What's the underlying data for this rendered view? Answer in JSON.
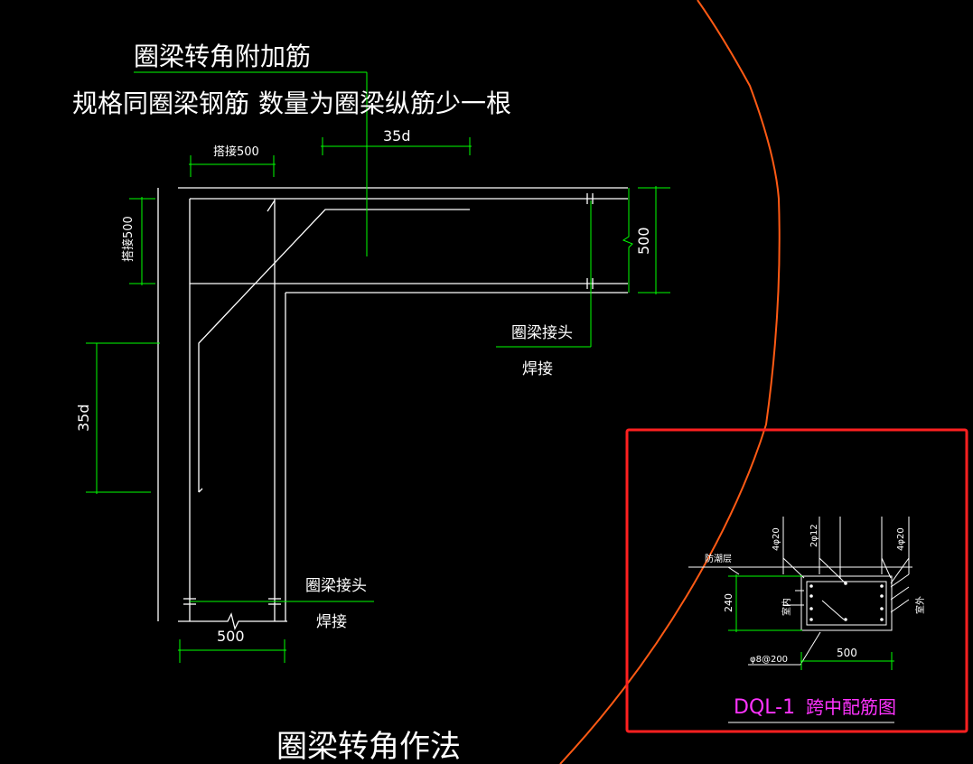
{
  "colors": {
    "background": "#000000",
    "rebar": "#ffffff",
    "dimension": "#00ff00",
    "title_magenta": "#ff33ff",
    "selection_box": "#ff2020",
    "arc": "#ff5a14"
  },
  "labels": {
    "corner_extra_title": "圈梁转角附加筋",
    "corner_extra_spec": "规格同圈梁钢筋",
    "corner_extra_qty": "，数量为圈梁纵筋少一根",
    "dim_35d_top": "35d",
    "dim_lap_top": "搭接500",
    "dim_lap_left": "搭接500",
    "dim_500_right": "500",
    "joint_right_1": "圈梁接头",
    "joint_right_2": "焊接",
    "dim_35d_left": "35d",
    "joint_bottom_1": "圈梁接头",
    "joint_bottom_2": "焊接",
    "dim_500_bottom": "500",
    "main_title": "圈梁转角作法"
  },
  "detail": {
    "top_left_rebar": "4φ20",
    "top_mid_rebar": "2φ12",
    "top_right_rebar": "4φ20",
    "waterproof": "防潮层",
    "height_dim": "240",
    "interior": "室内",
    "exterior": "室外",
    "stirrup": "φ8@200",
    "width_dim": "500",
    "title_code": "DQL-1",
    "title_text": "跨中配筋图"
  }
}
